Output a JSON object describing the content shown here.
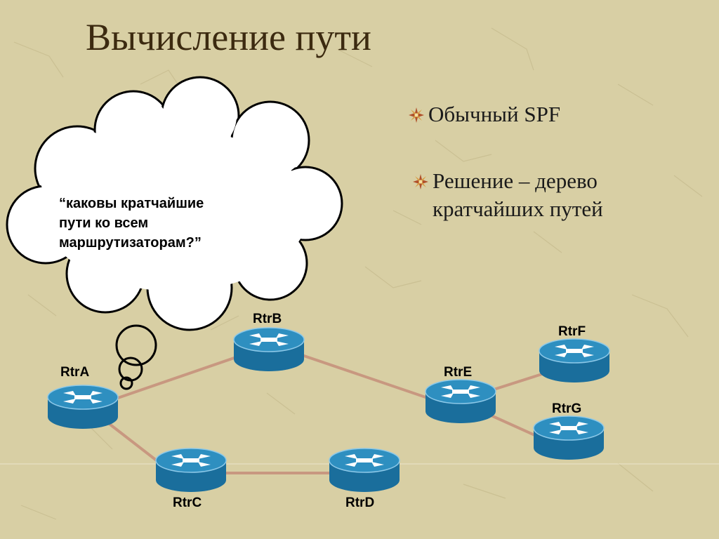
{
  "title": "Вычисление пути",
  "bullets": [
    {
      "text": "Обычный  SPF"
    },
    {
      "line1": "Решение – дерево",
      "line2": "кратчайших путей"
    }
  ],
  "thought": {
    "line1": "“каковы кратчайшие",
    "line2": "пути ко всем",
    "line3": "маршрутизаторам?”"
  },
  "routers": {
    "a": "RtrA",
    "b": "RtrB",
    "c": "RtrC",
    "d": "RtrD",
    "e": "RtrE",
    "f": "RtrF",
    "g": "RtrG"
  },
  "links": [
    [
      "RtrA",
      "RtrB"
    ],
    [
      "RtrA",
      "RtrC"
    ],
    [
      "RtrC",
      "RtrD"
    ],
    [
      "RtrB",
      "RtrE"
    ],
    [
      "RtrE",
      "RtrF"
    ],
    [
      "RtrE",
      "RtrG"
    ]
  ],
  "colors": {
    "background": "#d8cfa4",
    "title": "#3c2a10",
    "link": "#c89880",
    "router_top": "#2e8fc0",
    "router_side": "#1a6e9c"
  },
  "icons": {
    "bullet": "star-bullet-icon",
    "router": "router-icon",
    "thought": "thought-cloud"
  }
}
